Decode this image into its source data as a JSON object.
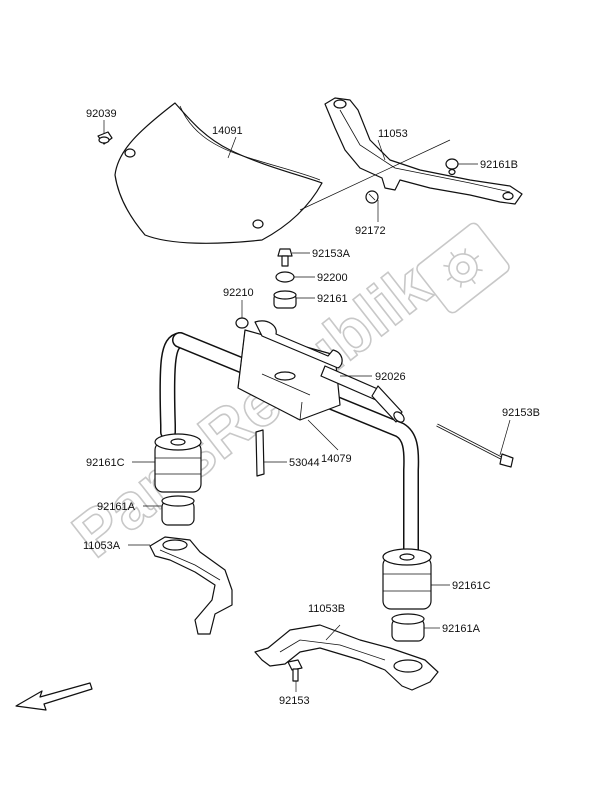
{
  "watermark": {
    "text": "PartsRepublik"
  },
  "colors": {
    "line": "#111111",
    "background": "#ffffff",
    "watermark": "#c8c8c8"
  },
  "labels": {
    "p92039": "92039",
    "p14091": "14091",
    "p11053": "11053",
    "p92161B": "92161B",
    "p92172": "92172",
    "p92153A": "92153A",
    "p92200": "92200",
    "p92210": "92210",
    "p92161": "92161",
    "p92026": "92026",
    "p92153B": "92153B",
    "p14079": "14079",
    "p92161C_left": "92161C",
    "p53044": "53044",
    "p92161A_left": "92161A",
    "p11053A": "11053A",
    "p92161C_right": "92161C",
    "p11053B": "11053B",
    "p92161A_right": "92161A",
    "p92153": "92153"
  }
}
